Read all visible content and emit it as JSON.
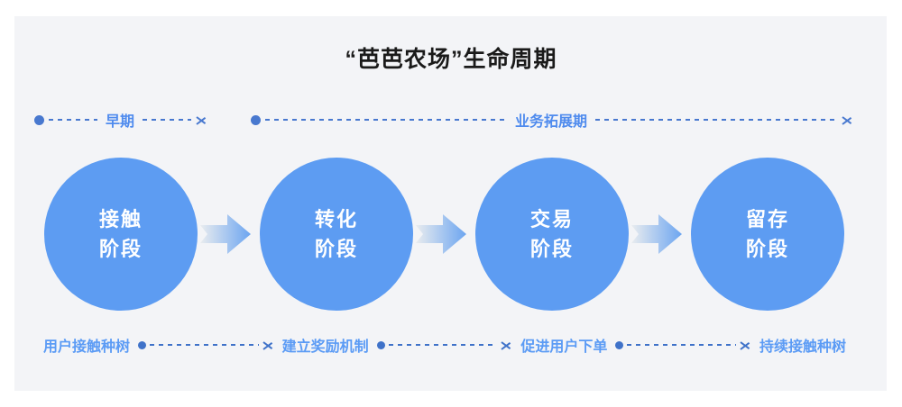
{
  "page": {
    "title": "“芭芭农场”生命周期",
    "background_color": "#ffffff",
    "card_color": "#f3f4f7"
  },
  "colors": {
    "circle_blue": "#5d9cf2",
    "label_blue": "#5b9bf5",
    "line_blue": "#3f72c9",
    "phase_line_blue": "#4878cf",
    "title_black": "#1a1a1a",
    "arrow_gradient_from": "#e9ecef",
    "arrow_gradient_to": "#6ca5f0"
  },
  "phases": [
    {
      "label": "早期"
    },
    {
      "label": "业务拓展期"
    }
  ],
  "stages": [
    {
      "line1": "接触",
      "line2": "阶段"
    },
    {
      "line1": "转化",
      "line2": "阶段"
    },
    {
      "line1": "交易",
      "line2": "阶段"
    },
    {
      "line1": "留存",
      "line2": "阶段"
    }
  ],
  "steps": [
    {
      "label": "用户接触种树"
    },
    {
      "label": "建立奖励机制"
    },
    {
      "label": "促进用户下单"
    },
    {
      "label": "持续接触种树"
    }
  ]
}
